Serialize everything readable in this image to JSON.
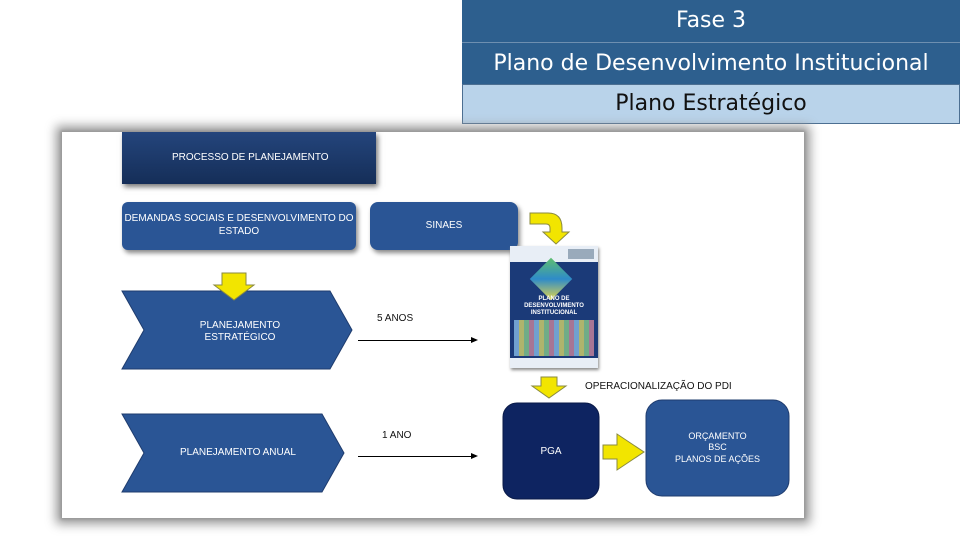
{
  "header": {
    "phase": "Fase 3",
    "plan": "Plano de Desenvolvimento Institucional",
    "strategic": "Plano Estratégico"
  },
  "diagram": {
    "processo": "PROCESSO DE PLANEJAMENTO",
    "demandas": "DEMANDAS SOCIAIS E DESENVOLVIMENTO DO ESTADO",
    "sinaes": "SINAES",
    "planejamento_estrategico": "PLANEJAMENTO ESTRATÉGICO",
    "cinco_anos": "5 ANOS",
    "operacionalizacao": "OPERACIONALIZAÇÃO DO PDI",
    "um_ano": "1 ANO",
    "planejamento_anual": "PLANEJAMENTO ANUAL",
    "pga": "PGA",
    "orcamento": "ORÇAMENTO",
    "bsc": "BSC",
    "planos_de_acoes": "PLANOS DE AÇÕES"
  },
  "cover": {
    "title_line1": "PLANO DE",
    "title_line2": "DESENVOLVIMENTO",
    "title_line3": "INSTITUCIONAL"
  },
  "colors": {
    "header_blue": "#2d5f8e",
    "header_light": "#b9d3ea",
    "box_navy": "#1f3c6e",
    "box_blue": "#2a5595",
    "arrow_yellow": "#f2e500"
  }
}
